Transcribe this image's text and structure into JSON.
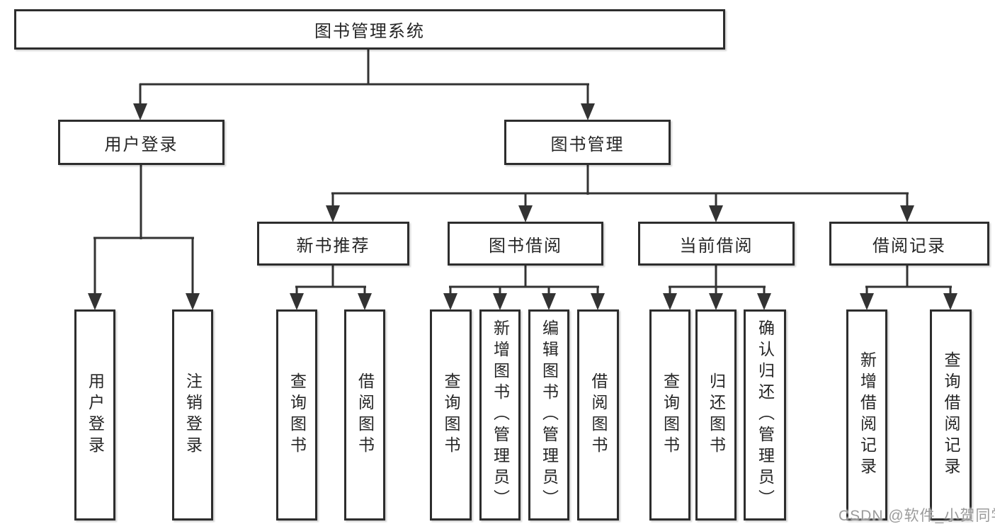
{
  "title": "图书管理系统",
  "watermark": {
    "text": "CSDN @软件_小贺同学"
  },
  "colors": {
    "line": "#333333",
    "box_border": "#2d2d2d",
    "box_fill": "#ffffff",
    "text": "#262626",
    "watermark": "#9b9b9b",
    "background": "#ffffff"
  },
  "tree": {
    "root": {
      "label": "图书管理系统",
      "children": [
        {
          "label": "用户登录",
          "children": [
            {
              "label": "用户登录"
            },
            {
              "label": "注销登录"
            }
          ]
        },
        {
          "label": "图书管理",
          "children": [
            {
              "label": "新书推荐",
              "children": [
                {
                  "label": "查询图书"
                },
                {
                  "label": "借阅图书"
                }
              ]
            },
            {
              "label": "图书借阅",
              "children": [
                {
                  "label": "查询图书"
                },
                {
                  "label": "新增图书（管理员）"
                },
                {
                  "label": "编辑图书（管理员）"
                },
                {
                  "label": "借阅图书"
                }
              ]
            },
            {
              "label": "当前借阅",
              "children": [
                {
                  "label": "查询图书"
                },
                {
                  "label": "归还图书"
                },
                {
                  "label": "确认归还（管理员）"
                }
              ]
            },
            {
              "label": "借阅记录",
              "children": [
                {
                  "label": "新增借阅记录"
                },
                {
                  "label": "查询借阅记录"
                }
              ]
            }
          ]
        }
      ]
    }
  }
}
